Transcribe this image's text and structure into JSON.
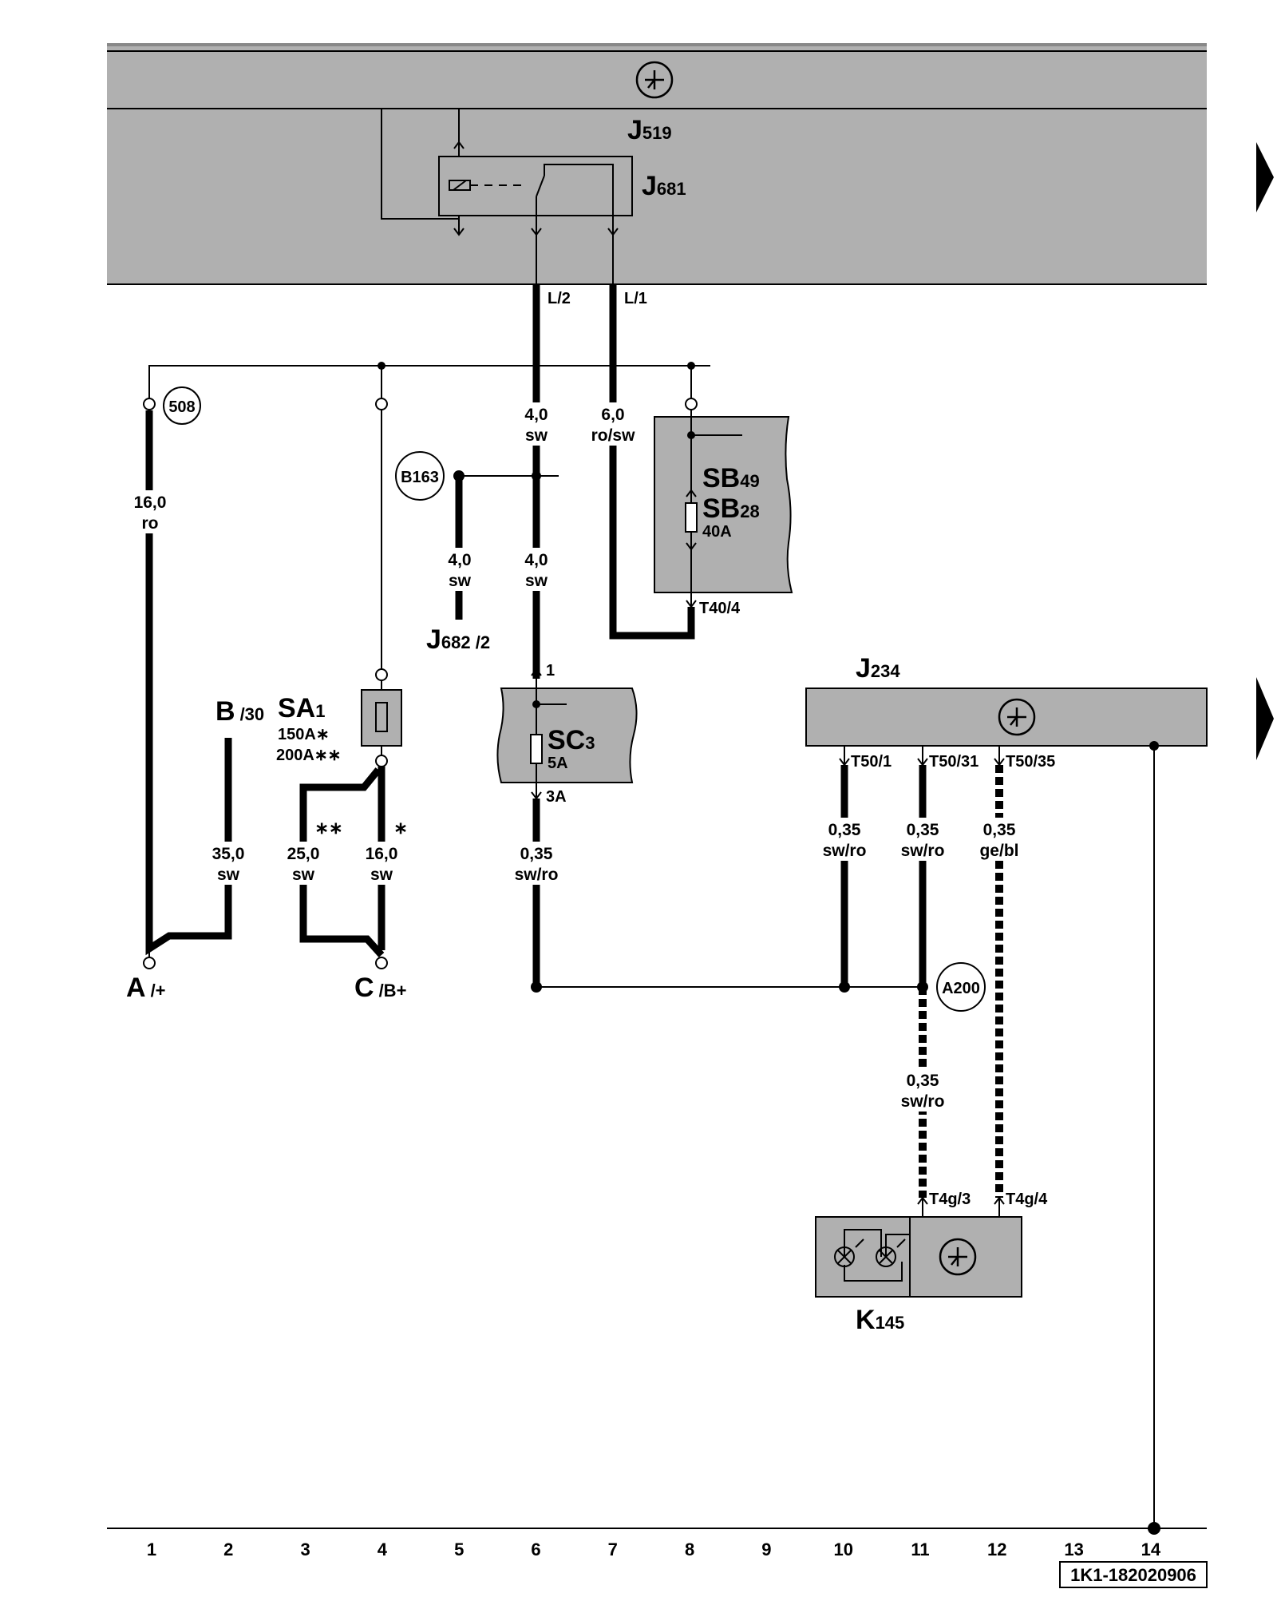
{
  "components": {
    "j519": {
      "letter": "J",
      "sub": "519"
    },
    "j681": {
      "letter": "J",
      "sub": "681"
    },
    "j682": {
      "letter": "J",
      "sub": "682 /2"
    },
    "j234": {
      "letter": "J",
      "sub": "234"
    },
    "k145": {
      "letter": "K",
      "sub": "145"
    },
    "sa1": {
      "letter": "SA",
      "sub": "1",
      "rating1": "150A∗",
      "rating2": "200A∗∗"
    },
    "sb49": {
      "letter": "SB",
      "sub": "49"
    },
    "sb28": {
      "letter": "SB",
      "sub": "28",
      "rating": "40A"
    },
    "sc3": {
      "letter": "SC",
      "sub": "3",
      "rating": "5A"
    }
  },
  "terminals": {
    "l2": "L/2",
    "l1": "L/1",
    "t40_4": "T40/4",
    "sc_in": "1",
    "sc_out": "3A",
    "t50_1": "T50/1",
    "t50_31": "T50/31",
    "t50_35": "T50/35",
    "t4g_3": "T4g/3",
    "t4g_4": "T4g/4"
  },
  "connections": {
    "c508": "508",
    "b163": "B163",
    "a200": "A200"
  },
  "battery": {
    "a": {
      "letter": "A",
      "sub": "/+"
    },
    "b": {
      "letter": "B",
      "sub": "/30"
    },
    "c": {
      "letter": "C",
      "sub": "/B+"
    }
  },
  "wires": {
    "w1": {
      "size": "16,0",
      "color": "ro"
    },
    "w2": {
      "size": "35,0",
      "color": "sw"
    },
    "w3": {
      "size": "25,0",
      "color": "sw"
    },
    "w4": {
      "size": "16,0",
      "color": "sw"
    },
    "w5": {
      "size": "4,0",
      "color": "sw"
    },
    "w6a": {
      "size": "4,0",
      "color": "sw"
    },
    "w6b": {
      "size": "4,0",
      "color": "sw"
    },
    "w6c": {
      "size": "0,35",
      "color": "sw/ro"
    },
    "w7": {
      "size": "6,0",
      "color": "ro/sw"
    },
    "w10": {
      "size": "0,35",
      "color": "sw/ro"
    },
    "w11a": {
      "size": "0,35",
      "color": "sw/ro"
    },
    "w11b": {
      "size": "0,35",
      "color": "sw/ro"
    },
    "w12": {
      "size": "0,35",
      "color": "ge/bl"
    }
  },
  "markers": {
    "double_star": "∗∗",
    "single_star": "∗"
  },
  "grid_numbers": [
    "1",
    "2",
    "3",
    "4",
    "5",
    "6",
    "7",
    "8",
    "9",
    "10",
    "11",
    "12",
    "13",
    "14"
  ],
  "document_id": "1K1-182020906"
}
